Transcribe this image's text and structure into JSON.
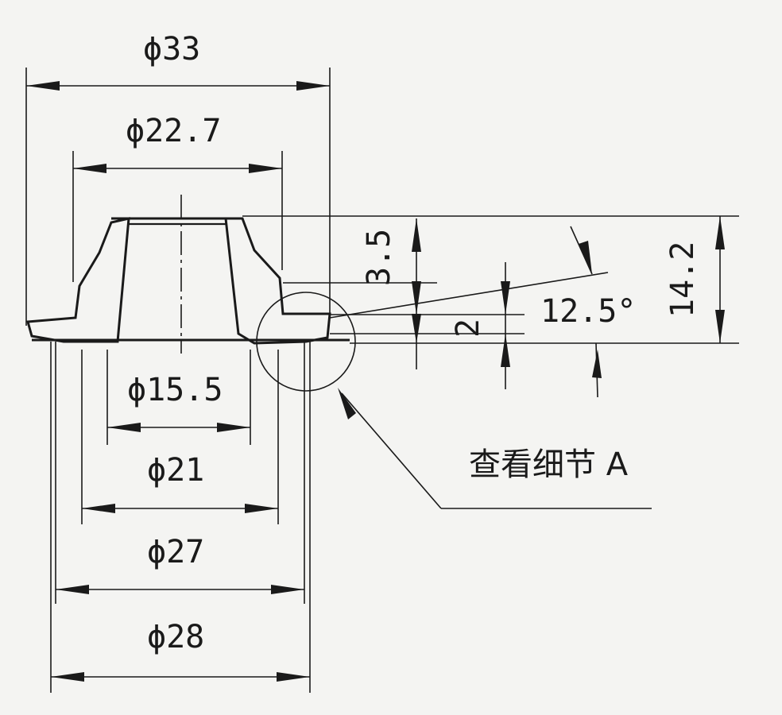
{
  "dimensions": {
    "d33": "ϕ33",
    "d22_7": "ϕ22.7",
    "d15_5": "ϕ15.5",
    "d21": "ϕ21",
    "d27": "ϕ27",
    "d28": "ϕ28",
    "h3_5": "3.5",
    "h2": "2",
    "h14_2": "14.2",
    "angle": "12.5°"
  },
  "note": {
    "detail_label": "查看细节 A"
  }
}
